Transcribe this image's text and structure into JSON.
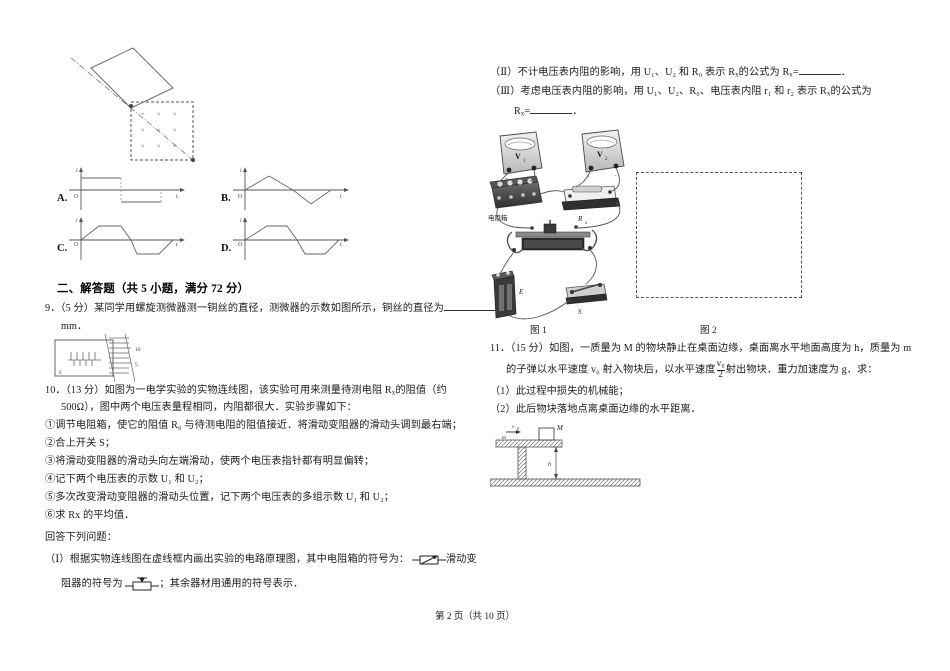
{
  "page": {
    "footer": "第 2 页（共 10 页）",
    "page_number": "2",
    "total_pages": "10"
  },
  "left_column": {
    "choices": [
      {
        "label": "A.",
        "shape": "square-wave"
      },
      {
        "label": "B.",
        "shape": "triangle-wave"
      },
      {
        "label": "C.",
        "shape": "trapezoid-wave"
      },
      {
        "label": "D.",
        "shape": "trapezoid-wave-2"
      }
    ],
    "choice_axis": {
      "origin": "O",
      "x_axis": "t",
      "y_axis": "i"
    },
    "section_heading": "二、解答题（共 5 小题，满分 72 分）",
    "q9": {
      "number": "9．",
      "score": "（5 分）",
      "line1": "某同学用螺旋测微器测一铜丝的直径，测微器的示数如图所示，铜丝的直径为",
      "line2": "mm．",
      "micrometer_marks": [
        "10",
        "5",
        "0"
      ]
    },
    "q10": {
      "number": "10．",
      "score": "（13 分）",
      "line1": "如图为一电学实验的实物连线图，该实验可用来测量待测电阻 R",
      "line1_sub": "x",
      "line1_tail": "的阻值（约",
      "line2": "500Ω），图中两个电压表量程相同，内阻都很大．实验步骤如下：",
      "steps": [
        "①调节电阻箱，使它的阻值 R₀ 与待测电阻的阻值接近．将滑动变阻器的滑动头调到最右端；",
        "②合上开关 S；",
        "③将滑动变阻器的滑动头向左端滑动，使两个电压表指针都有明显偏转；",
        "④记下两个电压表的示数 U₁ 和 U₂；",
        "⑤多次改变滑动变阻器的滑动头位置，记下两个电压表的多组示数 U₁ 和 U₂；",
        "⑥求 Rx 的平均值．"
      ],
      "answer_prompt": "回答下列问题：",
      "sub1_pre": "（Ⅰ）根据实物连线图在虚线框内画出实验的电路原理图，其中电阻箱的符号为：",
      "sub1_mid": "滑动变",
      "sub1_pre2": "阻器的符号为",
      "sub1_tail": "；其余器材用通用的符号表示．"
    }
  },
  "right_column": {
    "q10_cont": {
      "sub2_pre": "（Ⅱ）不计电压表内阻的影响，用 U₁、U₂ 和 R₀ 表示 R",
      "sub2_sub": "x",
      "sub2_mid": "的公式为 R",
      "sub2_sub2": "x",
      "sub2_tail": "=",
      "sub2_end": "．",
      "sub3_line1_pre": "（Ⅲ）考虑电压表内阻的影响，用 U₁、U₂、R₀、电压表内阻 r₁ 和 r₂ 表示 R",
      "sub3_line1_sub": "x",
      "sub3_line1_tail": "的公式为",
      "sub3_line2_pre": "R",
      "sub3_line2_sub": "x",
      "sub3_line2_eq": "=",
      "sub3_line2_end": "．"
    },
    "figures": {
      "fig1_caption": "图 1",
      "fig2_caption": "图 2",
      "fig1_labels": {
        "voltmeter1": "V₁",
        "voltmeter2": "V₂",
        "resistance_box": "电阻箱",
        "unknown_resistor": "Rx",
        "battery": "E",
        "switch": "S",
        "plus": "+",
        "minus": "−"
      }
    },
    "q11": {
      "number": "11．",
      "score": "（15 分）",
      "line1": "如图，一质量为 M 的物块静止在桌面边缘，桌面离水平地面高度为 h，质量为 m",
      "line2_pre": "的子弹以水平速度 v₀ 射入物块后，以水平速度",
      "line2_frac_num": "v₀",
      "line2_frac_den": "2",
      "line2_tail": "射出物块．重力加速度为 g．求：",
      "sub1": "（1）此过程中损失的机械能；",
      "sub2": "（2）此后物块落地点离桌面边缘的水平距离．",
      "diagram_labels": {
        "block": "M",
        "bullet": "m",
        "velocity": "v₀",
        "height": "h"
      }
    }
  },
  "colors": {
    "ink": "#1c1c1c",
    "rule": "#333333",
    "figure_gray": "#6d6d6d",
    "hatch": "#8a8a8a"
  }
}
